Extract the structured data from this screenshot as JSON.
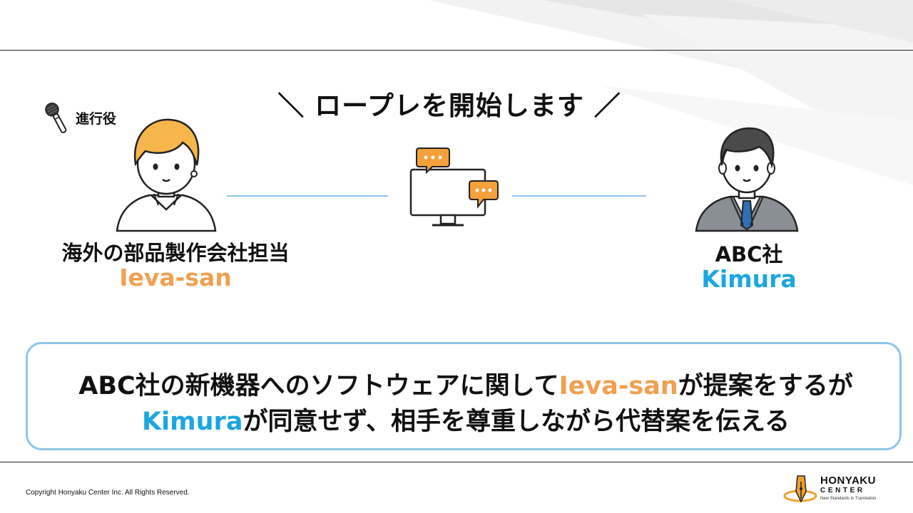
{
  "slide": {
    "title": "＼ ロープレを開始します ／",
    "colors": {
      "accent_orange": "#f0a050",
      "accent_blue": "#1aa7e0",
      "connector_line": "#8ec6e8",
      "text": "#111111"
    }
  },
  "facilitator": {
    "role_label": "進行役",
    "icon": "microphone-icon"
  },
  "left_person": {
    "company": "海外の部品製作会社担当",
    "name": "Ieva-san",
    "icon": "woman-avatar-icon"
  },
  "center": {
    "icon": "monitor-chat-icon"
  },
  "right_person": {
    "company": "ABC社",
    "name": "Kimura",
    "icon": "businessman-avatar-icon"
  },
  "scenario": {
    "line1_part1": "ABC社の新機器へのソフトウェアに関して",
    "line1_name": "Ieva-san",
    "line1_part2": "が提案をするが",
    "line2_name": "Kimura",
    "line2_part1": "が同意せず、相手を尊重しながら代替案を伝える"
  },
  "footer": {
    "copyright": "Copyright Honyaku Center Inc. All Rights Reserved.",
    "logo_word1": "HONYAKU",
    "logo_word2": "CENTER",
    "logo_tagline": "New Standards in Translation"
  }
}
